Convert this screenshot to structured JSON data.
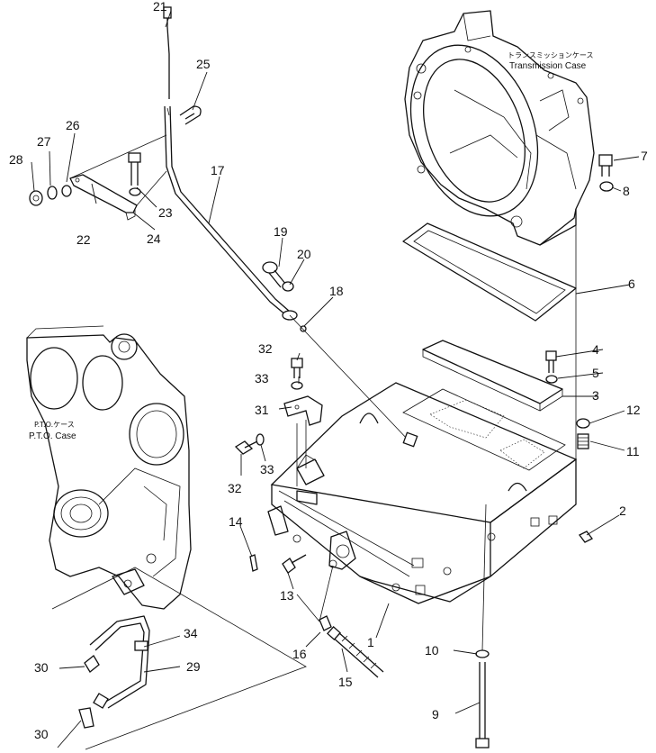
{
  "captions": {
    "transmission_case_jp": "トランスミッションケース",
    "transmission_case_en": "Transmission Case",
    "pto_case_jp": "P.T.O.ケース",
    "pto_case_en": "P.T.O. Case"
  },
  "part_numbers": [
    "1",
    "2",
    "3",
    "4",
    "5",
    "6",
    "7",
    "8",
    "9",
    "10",
    "11",
    "12",
    "13",
    "14",
    "15",
    "16",
    "17",
    "18",
    "19",
    "20",
    "21",
    "22",
    "23",
    "24",
    "25",
    "26",
    "27",
    "28",
    "29",
    "30",
    "30",
    "31",
    "32",
    "32",
    "33",
    "33",
    "34"
  ]
}
